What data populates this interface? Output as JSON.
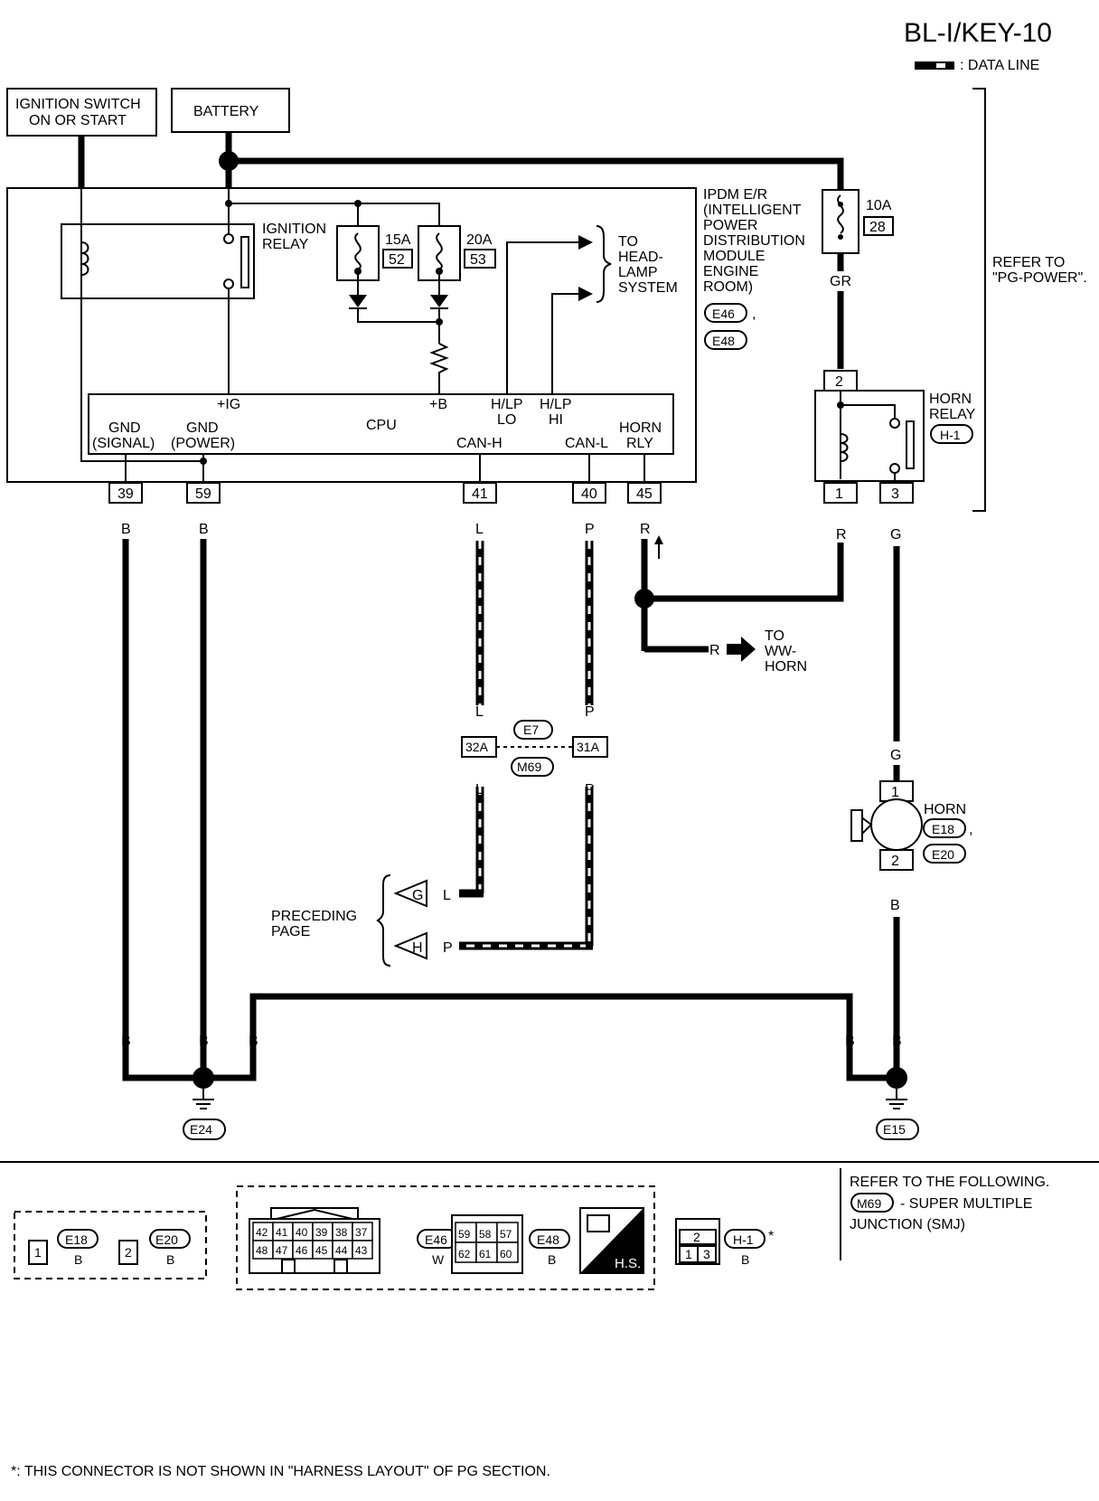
{
  "header": {
    "title": "BL-I/KEY-10",
    "legend": ": DATA LINE",
    "refer_to": [
      "REFER TO",
      "\"PG-POWER\"."
    ]
  },
  "sources": {
    "ignition": [
      "IGNITION SWITCH",
      "ON OR START"
    ],
    "battery": "BATTERY"
  },
  "ipdm": {
    "title": [
      "IPDM E/R",
      "(INTELLIGENT",
      "POWER",
      "DISTRIBUTION",
      "MODULE",
      "ENGINE",
      "ROOM)"
    ],
    "connectors": [
      "E46",
      "E48"
    ],
    "ignition_relay": [
      "IGNITION",
      "RELAY"
    ],
    "fuse_15a": {
      "amp": "15A",
      "num": "52"
    },
    "fuse_20a": {
      "amp": "20A",
      "num": "53"
    },
    "headlamp": [
      "TO",
      "HEAD-",
      "LAMP",
      "SYSTEM"
    ],
    "cpu": {
      "label": "CPU",
      "ig": "+IG",
      "b": "+B",
      "hlp_lo": [
        "H/LP",
        "LO"
      ],
      "hlp_hi": [
        "H/LP",
        "HI"
      ],
      "gnd_signal": [
        "GND",
        "(SIGNAL)"
      ],
      "gnd_power": [
        "GND",
        "(POWER)"
      ],
      "can_h": "CAN-H",
      "can_l": "CAN-L",
      "horn_rly": [
        "HORN",
        "RLY"
      ]
    },
    "pins": [
      "39",
      "59",
      "41",
      "40",
      "45"
    ]
  },
  "fuse_10a": {
    "amp": "10A",
    "num": "28"
  },
  "horn_relay": {
    "label": [
      "HORN",
      "RELAY"
    ],
    "connector": "H-1",
    "pins": [
      "2",
      "1",
      "3"
    ]
  },
  "horn": {
    "label": "HORN",
    "connectors": [
      "E18",
      "E20"
    ],
    "pins": [
      "1",
      "2"
    ]
  },
  "wires": {
    "b": "B",
    "l": "L",
    "p": "P",
    "r": "R",
    "gr": "GR",
    "g": "G"
  },
  "ww_horn": [
    "TO",
    "WW-",
    "HORN"
  ],
  "junction": {
    "top": "E7",
    "bottom": "M69",
    "left_pin": "32A",
    "right_pin": "31A"
  },
  "preceding": {
    "label": [
      "PRECEDING",
      "PAGE"
    ],
    "g": "G",
    "h": "H"
  },
  "grounds": [
    "E24",
    "E15"
  ],
  "connector_views": {
    "e18": {
      "id": "E18",
      "color": "B",
      "pin": "1"
    },
    "e20": {
      "id": "E20",
      "color": "B",
      "pin": "2"
    },
    "e46": {
      "id": "E46",
      "color": "W",
      "top": [
        "42",
        "41",
        "40",
        "39",
        "38",
        "37"
      ],
      "bottom": [
        "48",
        "47",
        "46",
        "45",
        "44",
        "43"
      ]
    },
    "e48": {
      "id": "E48",
      "color": "B",
      "top": [
        "59",
        "58",
        "57"
      ],
      "bottom": [
        "62",
        "61",
        "60"
      ]
    },
    "hs": "H.S.",
    "h1": {
      "id": "H-1",
      "color": "B",
      "top": "2",
      "bottom": [
        "1",
        "3"
      ],
      "star": "*"
    }
  },
  "footer_refer": [
    "REFER TO THE FOLLOWING.",
    "- SUPER MULTIPLE",
    "JUNCTION (SMJ)"
  ],
  "footer_refer_connector": "M69",
  "footnote": "*: THIS CONNECTOR IS NOT SHOWN IN \"HARNESS LAYOUT\" OF PG SECTION."
}
